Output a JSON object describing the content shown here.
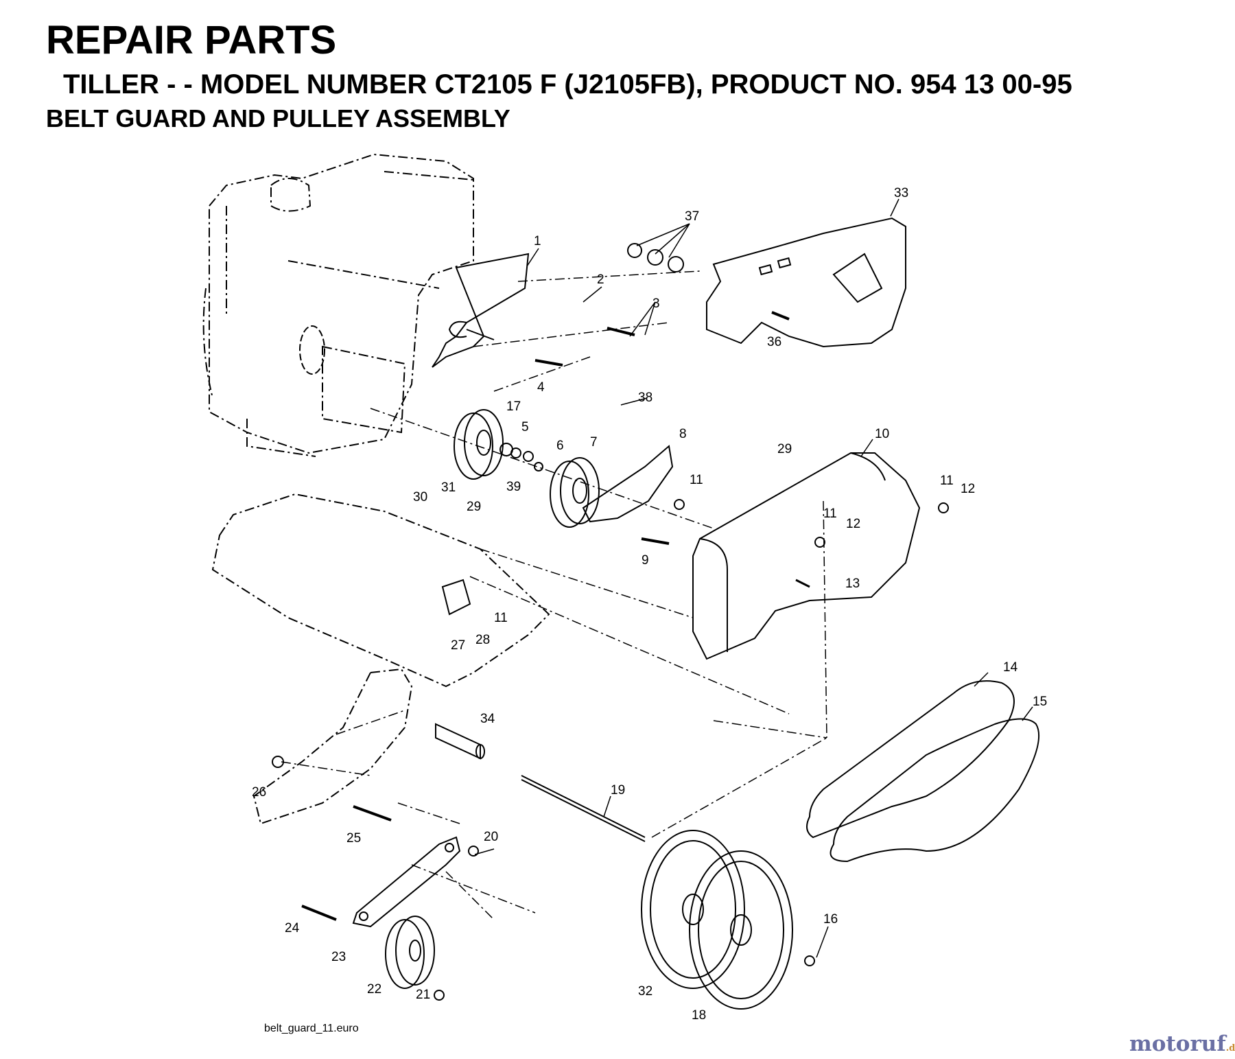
{
  "header": {
    "title": "REPAIR PARTS",
    "model_line": "TILLER - - MODEL NUMBER CT2105 F (J2105FB), PRODUCT NO. 954 13 00-95",
    "section": "BELT GUARD AND PULLEY ASSEMBLY"
  },
  "callouts": [
    "1",
    "2",
    "3",
    "4",
    "5",
    "6",
    "7",
    "8",
    "9",
    "10",
    "11",
    "11",
    "11",
    "11",
    "12",
    "12",
    "13",
    "14",
    "15",
    "16",
    "17",
    "18",
    "19",
    "20",
    "21",
    "22",
    "23",
    "24",
    "25",
    "26",
    "27",
    "28",
    "29",
    "29",
    "30",
    "31",
    "32",
    "33",
    "34",
    "36",
    "37",
    "38",
    "39"
  ],
  "footer": {
    "file_ref": "belt_guard_11.euro",
    "watermark": "motoruf",
    "watermark_tld": ".de"
  },
  "colors": {
    "line": "#000000",
    "watermark": "#6a6fa4",
    "watermark_tld": "#c98a2e"
  }
}
